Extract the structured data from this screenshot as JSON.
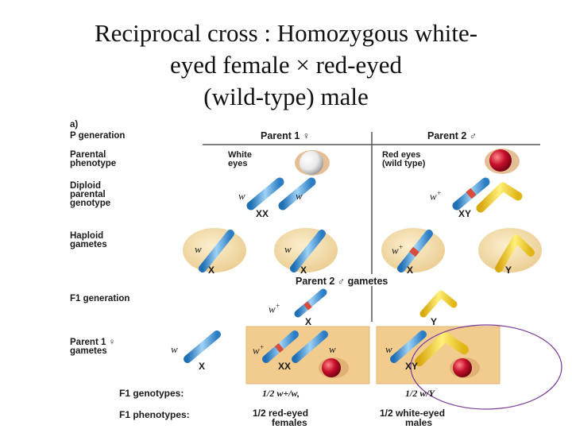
{
  "title": {
    "line1": "Reciprocal cross : Homozygous white-",
    "line2": "eyed female × red-eyed",
    "line3": "(wild-type) male"
  },
  "panel_label": "a)",
  "rows": {
    "p_generation": "P generation",
    "parental_phenotype_1": "Parental",
    "parental_phenotype_2": "phenotype",
    "diploid_1": "Diploid",
    "diploid_2": "parental",
    "diploid_3": "genotype",
    "haploid_1": "Haploid",
    "haploid_2": "gametes",
    "f1_generation": "F1 generation",
    "parent1_gametes_1": "Parent 1 ♀",
    "parent1_gametes_2": "gametes"
  },
  "headers": {
    "parent1": "Parent 1 ♀",
    "parent2": "Parent 2 ♂",
    "parent2_gametes": "Parent 2 ♂ gametes"
  },
  "phenotypes": {
    "white_1": "White",
    "white_2": "eyes",
    "red_1": "Red eyes",
    "red_2": "(wild type)"
  },
  "genotypes": {
    "w_plain": "w",
    "w_plus": "w",
    "plus_sup": "+",
    "xx": "XX",
    "xy": "XY",
    "x": "X",
    "y": "Y"
  },
  "summary": {
    "f1_genotypes_label": "F1 genotypes:",
    "f1_phenotypes_label": "F1 phenotypes:",
    "genotype_female": "1/2 w+/w,",
    "genotype_male": "1/2 w/Y",
    "phenotype_female_1": "1/2 red-eyed",
    "phenotype_female_2": "females",
    "phenotype_male_1": "1/2 white-eyed",
    "phenotype_male_2": "males"
  },
  "colors": {
    "chromosome_blue": "#4f9fdc",
    "chromosome_yellow": "#f3cf2c",
    "allele_red": "#d94b3c",
    "gamete_cell": "#f1d9a2",
    "f1_square": "#f2cc8e",
    "red_eye": "#c8102e",
    "annotation_ellipse": "#7a3b96"
  }
}
